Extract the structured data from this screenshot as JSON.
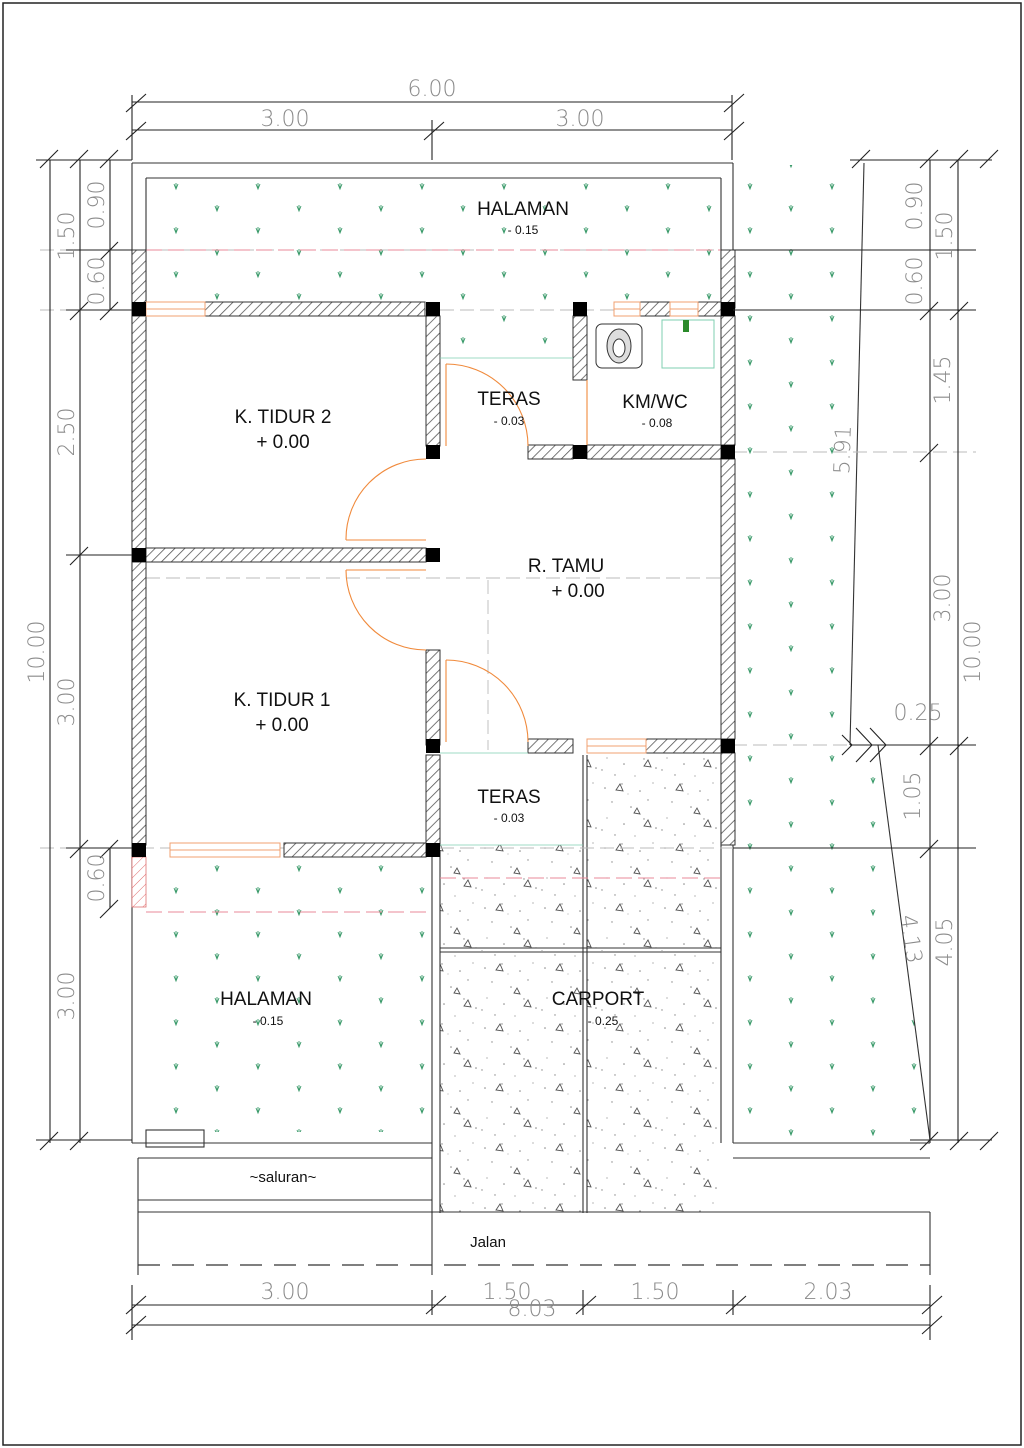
{
  "rooms": {
    "halaman_back": {
      "label": "HALAMAN",
      "elev": "- 0.15"
    },
    "k_tidur_2": {
      "label": "K. TIDUR 2",
      "elev": "+ 0.00"
    },
    "teras_back": {
      "label": "TERAS",
      "elev": "- 0.03"
    },
    "km_wc": {
      "label": "KM/WC",
      "elev": "- 0.08"
    },
    "r_tamu": {
      "label": "R. TAMU",
      "elev": "+ 0.00"
    },
    "k_tidur_1": {
      "label": "K. TIDUR 1",
      "elev": "+ 0.00"
    },
    "teras_front": {
      "label": "TERAS",
      "elev": "- 0.03"
    },
    "halaman_front": {
      "label": "HALAMAN",
      "elev": "- 0.15"
    },
    "carport": {
      "label": "CARPORT",
      "elev": "- 0.25"
    }
  },
  "labels": {
    "saluran": "~saluran~",
    "jalan": "Jalan"
  },
  "dimensions": {
    "top_total": "6.00",
    "top_left": "3.00",
    "top_right": "3.00",
    "left_total": "10.00",
    "left_outer": [
      "1.50",
      "2.50",
      "3.00",
      "3.00"
    ],
    "left_inner": [
      "0.90",
      "0.60",
      "0.60"
    ],
    "right_outer": [
      "1.50",
      "10.00",
      "4.05"
    ],
    "right_inner": [
      "0.90",
      "0.60",
      "1.45",
      "3.00",
      "0.25",
      "1.05"
    ],
    "diag_5_91": "5.91",
    "diag_4_13": "4.13",
    "bottom_segments": [
      "3.00",
      "1.50",
      "1.50",
      "2.03"
    ],
    "bottom_total": "8.03"
  },
  "colors": {
    "wall_hatch": "#555555",
    "column": "#000000",
    "door_arc": "#f08a3c",
    "window": "#f0a070",
    "grass": "#2e8b57",
    "dim_line": "#8a8a8a",
    "center_line": "#e88a9a"
  }
}
